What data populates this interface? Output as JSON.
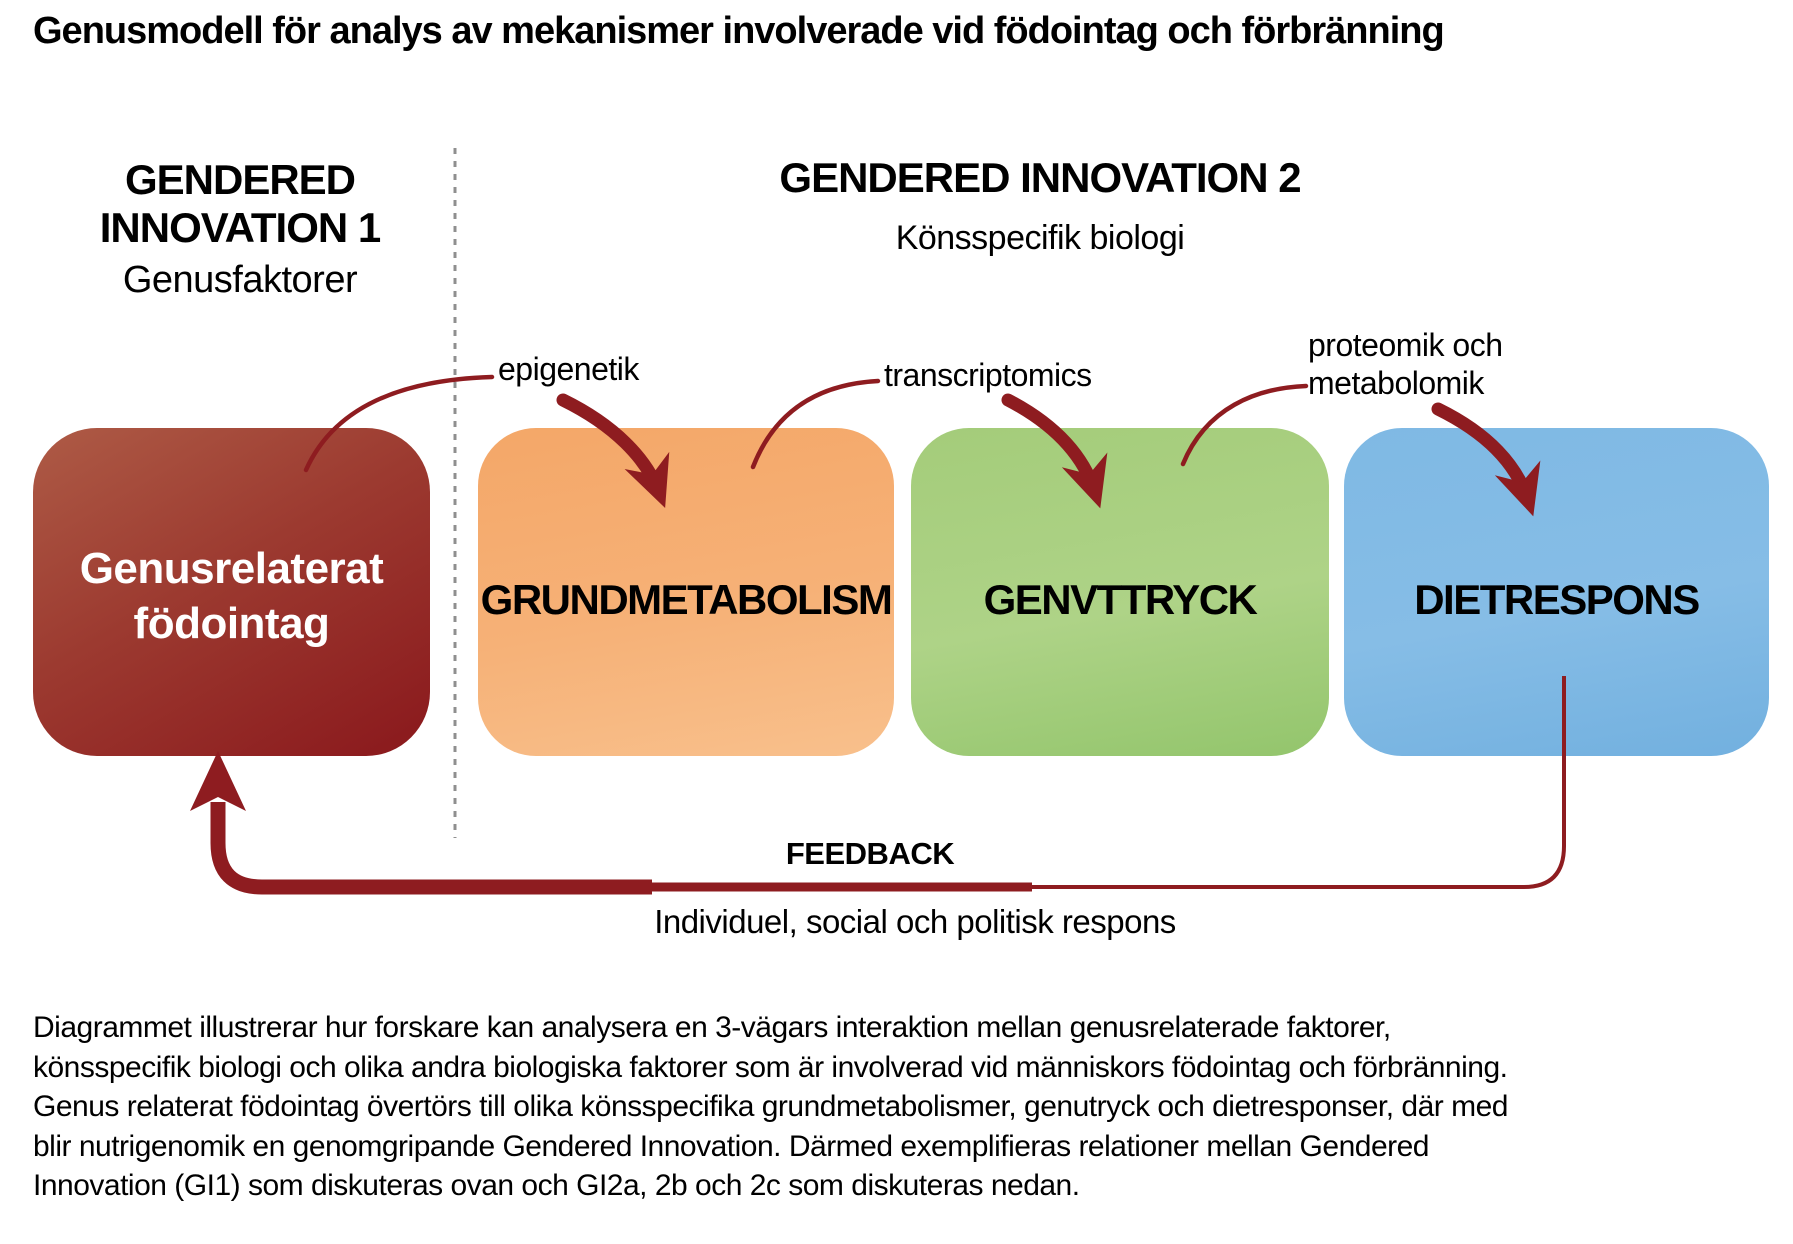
{
  "title": "Genusmodell för analys av mekanismer involverade vid födointag och förbränning",
  "headers": {
    "gi1": {
      "line1": "GENDERED",
      "line2": "INNOVATION 1",
      "subtitle": "Genusfaktorer"
    },
    "gi2": {
      "line1": "GENDERED INNOVATION 2",
      "subtitle": "Könsspecifik biologi"
    }
  },
  "mechanisms": {
    "epigenetics": "epigenetik",
    "transcriptomics": "transcriptomics",
    "proteomics_line1": "proteomik och",
    "proteomics_line2": "metabolomik"
  },
  "boxes": {
    "gender_intake": {
      "line1": "Genusrelaterat",
      "line2": "födointag"
    },
    "metabolism": "GRUNDMETABOLISM",
    "gene_expression": "GENVTTRYCK",
    "diet_response": "DIETRESPONS"
  },
  "feedback": {
    "title": "FEEDBACK",
    "subtitle": "Individuel, social och politisk respons"
  },
  "description": [
    "Diagrammet illustrerar hur forskare kan analysera en 3-vägars interaktion mellan genusrelaterade faktorer,",
    "könsspecifik biologi och olika andra biologiska faktorer som är involverad vid människors födointag och förbränning.",
    "Genus relaterat födointag övertörs till olika könsspecifika grundmetabolismer, genutryck och dietresponser, där med",
    "blir nutrigenomik en genomgripande Gendered Innovation. Därmed exemplifieras relationer mellan Gendered",
    "Innovation (GI1) som diskuteras ovan och GI2a, 2b och 2c som diskuteras nedan."
  ],
  "colors": {
    "arrow": "#8e1c20",
    "divider": "#8f8f8f",
    "box_red_top": "#ae5b46",
    "box_red_bottom": "#8a181c",
    "box_orange": "#f5ab6e",
    "box_green": "#9fca76",
    "box_blue": "#7bb5e2",
    "text": "#000000",
    "box_text_light": "#ffffff"
  }
}
